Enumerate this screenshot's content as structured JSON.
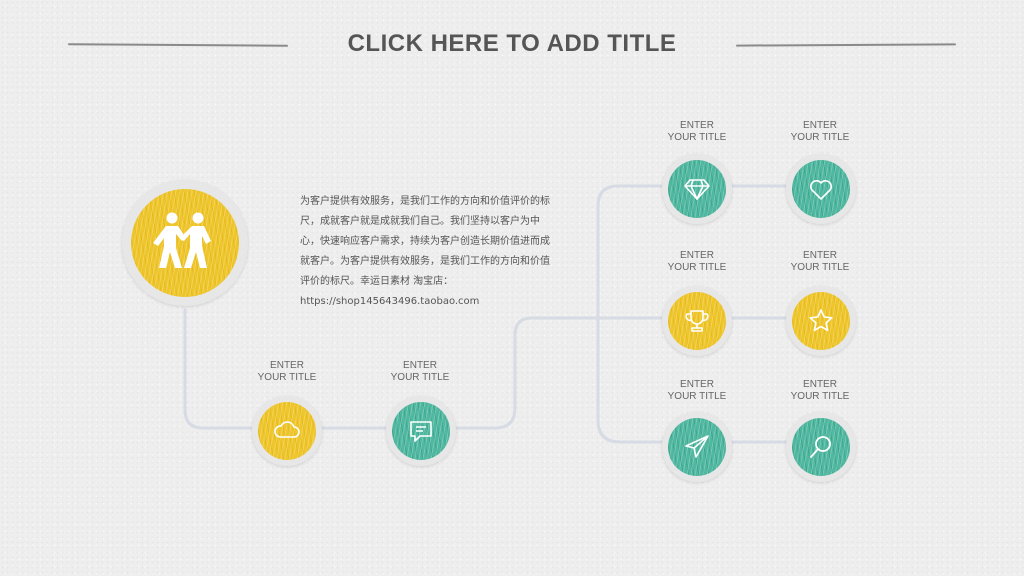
{
  "title": "CLICK HERE TO ADD TITLE",
  "colors": {
    "yellow": "#efc62a",
    "teal": "#4fb8a0",
    "connector": "#d6dbe4",
    "title": "#555555"
  },
  "description": {
    "text": "为客户提供有效服务，是我们工作的方向和价值评价的标尺，成就客户就是成就我们自己。我们坚持以客户为中心，快速响应客户需求，持续为客户创造长期价值进而成就客户。为客户提供有效服务，是我们工作的方向和价值评价的标尺。幸运日素材 淘宝店：",
    "url": "https://shop145643496.taobao.com"
  },
  "hero": {
    "icon": "handshake-people-icon",
    "color": "yellow"
  },
  "nodes": [
    {
      "id": "cloud",
      "label_line1": "ENTER",
      "label_line2": "YOUR TITLE",
      "icon": "cloud-icon",
      "color": "yellow"
    },
    {
      "id": "chat",
      "label_line1": "ENTER",
      "label_line2": "YOUR TITLE",
      "icon": "chat-icon",
      "color": "teal"
    },
    {
      "id": "diamond",
      "label_line1": "ENTER",
      "label_line2": "YOUR TITLE",
      "icon": "diamond-icon",
      "color": "teal"
    },
    {
      "id": "heart",
      "label_line1": "ENTER",
      "label_line2": "YOUR TITLE",
      "icon": "heart-icon",
      "color": "teal"
    },
    {
      "id": "trophy",
      "label_line1": "ENTER",
      "label_line2": "YOUR TITLE",
      "icon": "trophy-icon",
      "color": "yellow"
    },
    {
      "id": "star",
      "label_line1": "ENTER",
      "label_line2": "YOUR TITLE",
      "icon": "star-icon",
      "color": "yellow"
    },
    {
      "id": "plane",
      "label_line1": "ENTER",
      "label_line2": "YOUR TITLE",
      "icon": "paper-plane-icon",
      "color": "teal"
    },
    {
      "id": "search",
      "label_line1": "ENTER",
      "label_line2": "YOUR TITLE",
      "icon": "search-icon",
      "color": "teal"
    }
  ]
}
